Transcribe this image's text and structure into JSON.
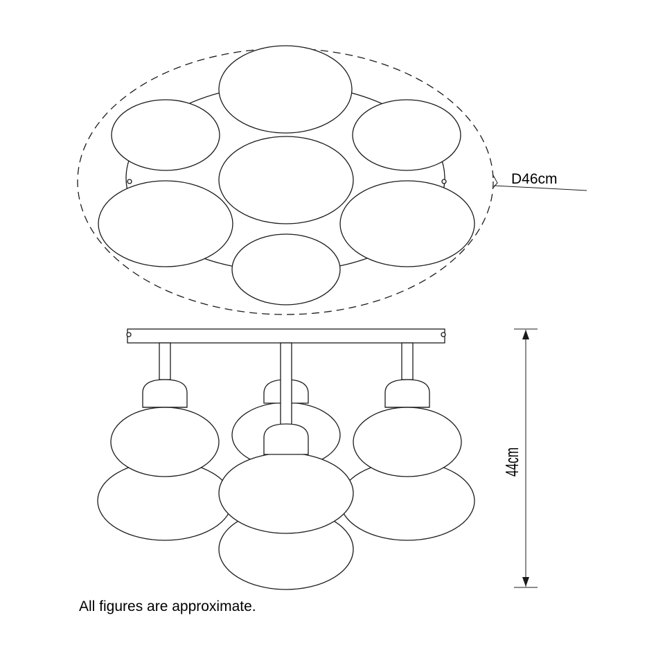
{
  "dimensions": {
    "diameter_label": "D46cm",
    "height_label": "44cm"
  },
  "footnote": "All figures are approximate."
}
